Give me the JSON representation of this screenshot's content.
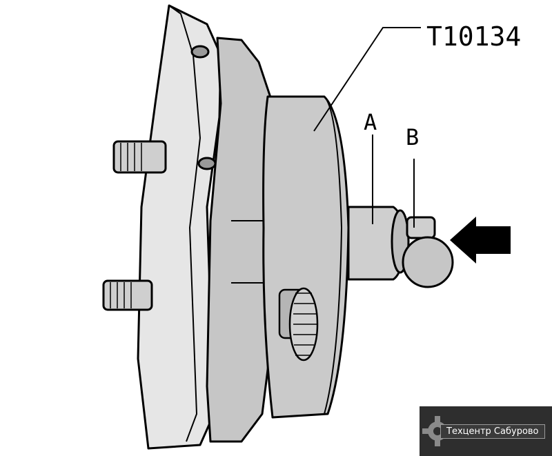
{
  "figure": {
    "callouts": {
      "tool": "T10134",
      "a": "A",
      "b": "B"
    }
  },
  "watermark": {
    "text": "Техцентр Сабурово"
  },
  "colors": {
    "fill_gray": "#c6c6c6",
    "fill_light": "#e2e2e2",
    "stroke": "#000000",
    "watermark_bg": "#2e2e2e",
    "arrow": "#000000"
  },
  "icons": [
    "gear-icon",
    "arrow-right-icon"
  ]
}
